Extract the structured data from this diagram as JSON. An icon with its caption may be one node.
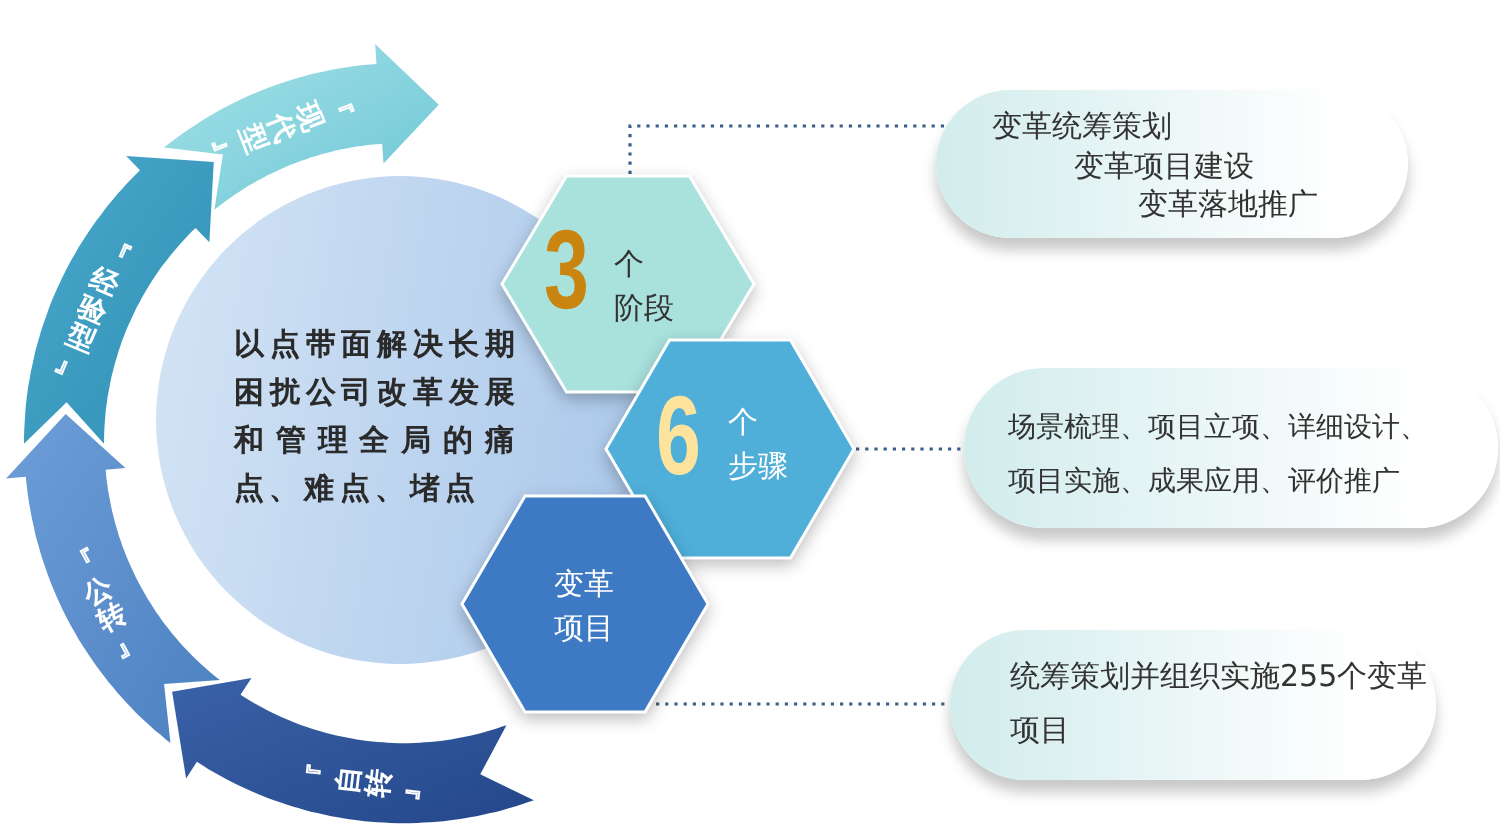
{
  "diagram": {
    "nodes": [
      {
        "text": [
          "『现代型』"
        ]
      },
      {
        "text": [
          "『经验型』"
        ]
      },
      {
        "text": [
          "『公转』"
        ]
      },
      {
        "text": [
          "『自转』"
        ]
      },
      {
        "text": [
          "以点带面解决长期困扰公司改革发展和管理全局的痛点、难点、堵点"
        ]
      },
      {
        "text": [
          "3",
          "个",
          "阶段"
        ]
      },
      {
        "text": [
          "6",
          "个",
          "步骤"
        ]
      },
      {
        "text": [
          "变革项目"
        ]
      },
      {
        "text": [
          "变革统筹策划",
          "变革项目建设",
          "变革落地推广"
        ]
      },
      {
        "text": [
          "场景梳理、项目立项、详细设计、项目实施、成果应用、评价推广"
        ]
      },
      {
        "text": [
          "统筹策划并组织实施255个变革项目"
        ]
      }
    ],
    "edges": [
      {
        "from": 5,
        "to": 8,
        "arrow": "none",
        "style": "dashed"
      },
      {
        "from": 6,
        "to": 9,
        "arrow": "none",
        "style": "dashed"
      },
      {
        "from": 7,
        "to": 10,
        "arrow": "none",
        "style": "dashed"
      }
    ]
  }
}
